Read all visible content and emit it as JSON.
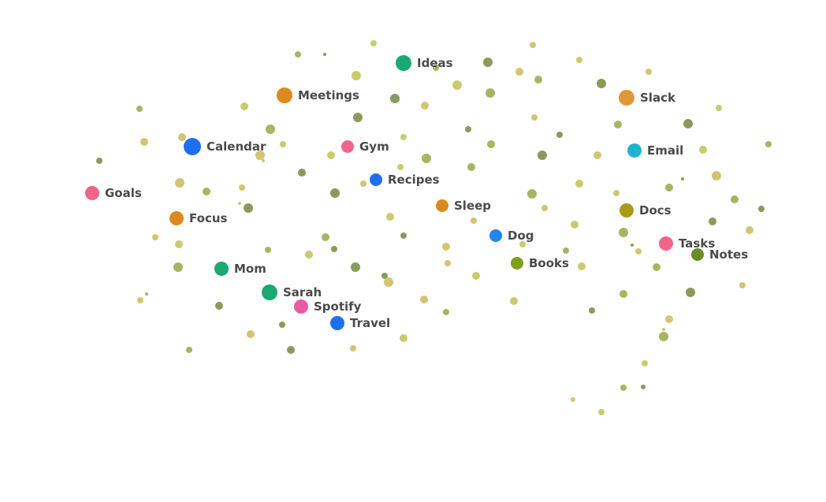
{
  "graph": {
    "nodes": [
      {
        "label": "Ideas",
        "color": "#1aa873"
      },
      {
        "label": "Meetings",
        "color": "#dc8a1e"
      },
      {
        "label": "Slack",
        "color": "#e0993a"
      },
      {
        "label": "Calendar",
        "color": "#1e6ff0"
      },
      {
        "label": "Gym",
        "color": "#f0668a"
      },
      {
        "label": "Email",
        "color": "#22b2cf"
      },
      {
        "label": "Recipes",
        "color": "#1e6ff0"
      },
      {
        "label": "Goals",
        "color": "#f0668a"
      },
      {
        "label": "Focus",
        "color": "#dc8a1e"
      },
      {
        "label": "Sleep",
        "color": "#dc8a1e"
      },
      {
        "label": "Docs",
        "color": "#aa9a18"
      },
      {
        "label": "Dog",
        "color": "#2186ee"
      },
      {
        "label": "Tasks",
        "color": "#f0668a"
      },
      {
        "label": "Notes",
        "color": "#6b8a28"
      },
      {
        "label": "Books",
        "color": "#7ea01e"
      },
      {
        "label": "Mom",
        "color": "#1aa873"
      },
      {
        "label": "Sarah",
        "color": "#1aa873"
      },
      {
        "label": "Spotify",
        "color": "#e85ba0"
      },
      {
        "label": "Travel",
        "color": "#1e6ff0"
      }
    ],
    "dot_colors": [
      "#c8cc6e",
      "#a8b460",
      "#8a9a5a",
      "#d2c472"
    ]
  }
}
